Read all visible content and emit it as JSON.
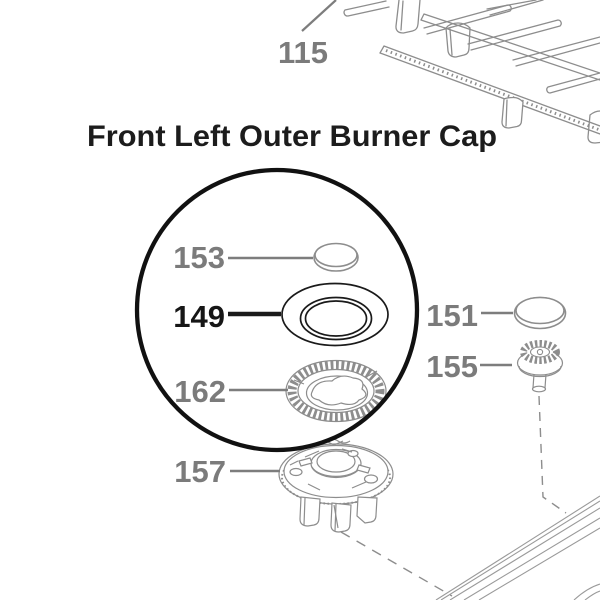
{
  "diagram": {
    "title": "Front Left Outer Burner Cap",
    "colors": {
      "background": "#ffffff",
      "label_gray": "#7b7b7b",
      "drawing_gray": "#8d8d8d",
      "highlight_black": "#161616"
    },
    "parts": [
      {
        "label": "115",
        "highlighted": false
      },
      {
        "label": "153",
        "highlighted": false
      },
      {
        "label": "149",
        "highlighted": true
      },
      {
        "label": "162",
        "highlighted": false
      },
      {
        "label": "151",
        "highlighted": false
      },
      {
        "label": "155",
        "highlighted": false
      },
      {
        "label": "157",
        "highlighted": false
      }
    ]
  }
}
